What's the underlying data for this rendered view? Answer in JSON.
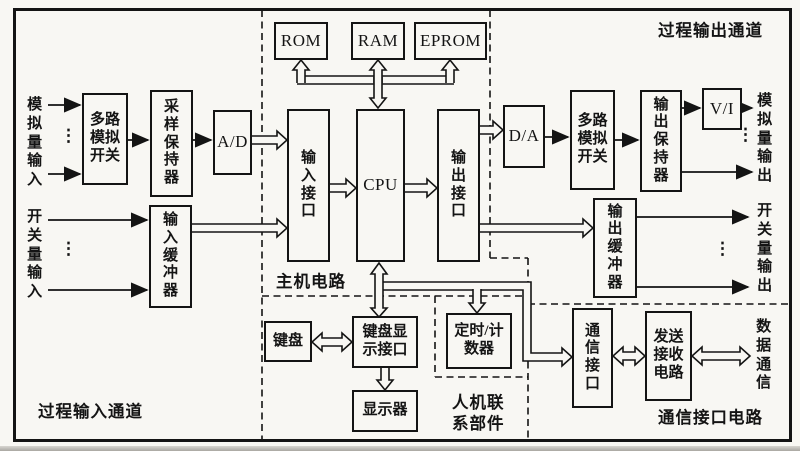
{
  "regions": {
    "process_output": "过程输出通道",
    "host_circuit": "主机电路",
    "process_input": "过程输入通道",
    "hmi": "人机联系部件",
    "comm_interface": "通信接口电路"
  },
  "blocks": {
    "rom": "ROM",
    "ram": "RAM",
    "eprom": "EPROM",
    "input_mux": "多路模拟开关",
    "sample_hold": "采样保持器",
    "ad": "A/D",
    "input_interface": "输入接口",
    "cpu": "CPU",
    "output_interface": "输出接口",
    "da": "D/A",
    "output_mux": "多路模拟开关",
    "output_hold": "输出保持器",
    "vi": "V/I",
    "input_buffer": "输入缓冲器",
    "output_buffer": "输出缓冲器",
    "keyboard": "键盘",
    "kbd_display_if": "键盘显示接口",
    "display": "显示器",
    "timer": "定时/计数器",
    "comm_if": "通信接口",
    "transceiver": "发送接收电路"
  },
  "io": {
    "analog_in": "模拟量输入",
    "switch_in": "开关量输入",
    "analog_out": "模拟量输出",
    "switch_out": "开关量输出",
    "data_comm": "数据通信"
  },
  "symbols": {
    "ellipsis": "⋮"
  },
  "colors": {
    "line": "#1a1a1a",
    "background": "#f8f7f3"
  }
}
